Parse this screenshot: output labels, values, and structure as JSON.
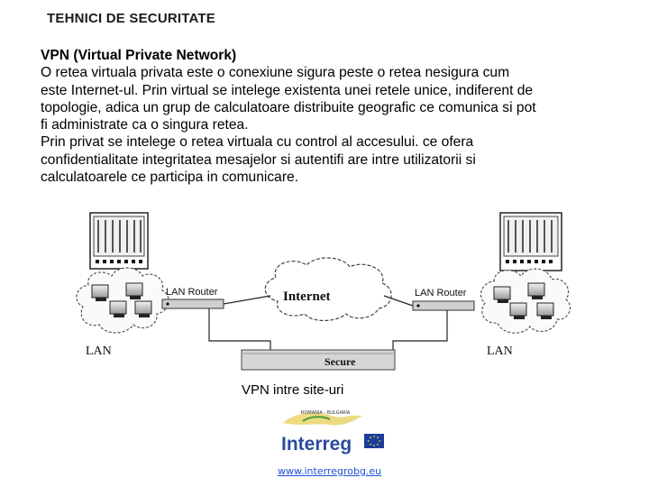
{
  "page": {
    "title": "TEHNICI DE SECURITATE"
  },
  "content": {
    "heading": "VPN (Virtual Private Network)",
    "lines": [
      "O retea virtuala privata este o conexiune sigura peste o retea nesigura cum",
      "este Internet-ul. Prin virtual se intelege existenta unei retele unice, indiferent de",
      "topologie, adica un grup de calculatoare distribuite geografic ce comunica si pot",
      "fi administrate ca o singura retea.",
      "Prin privat se intelege o retea virtuala cu control al accesului. ce ofera",
      "confidentialitate integritatea mesajelor si autentifi are intre utilizatorii si",
      "calculatoarele ce participa in comunicare."
    ]
  },
  "diagram": {
    "left_router_label": "LAN Router",
    "right_router_label": "LAN Router",
    "internet_label": "Internet",
    "secure_label": "Secure",
    "left_lan_label": "LAN",
    "right_lan_label": "LAN",
    "caption": "VPN intre site-uri"
  },
  "logo": {
    "text": "Interreg",
    "url": "www.interregrobg.eu"
  }
}
